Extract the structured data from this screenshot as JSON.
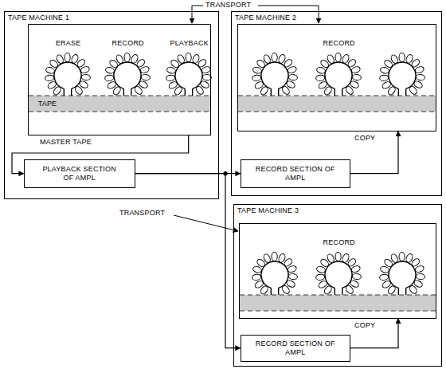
{
  "diagram": {
    "nodes": [
      {
        "text": [
          "TAPE MACHINE 1"
        ]
      },
      {
        "text": [
          "ERASE",
          "RECORD",
          "PLAYBACK",
          "TAPE"
        ],
        "in": 0
      },
      {
        "text": [
          "PLAYBACK SECTION OF AMPL"
        ],
        "in": 0
      },
      {
        "text": [
          "TAPE MACHINE 2"
        ]
      },
      {
        "text": [
          "RECORD"
        ],
        "in": 3
      },
      {
        "text": [
          "RECORD SECTION OF AMPL"
        ],
        "in": 3
      },
      {
        "text": [
          "TAPE MACHINE 3"
        ]
      },
      {
        "text": [
          "RECORD"
        ],
        "in": 6
      },
      {
        "text": [
          "RECORD SECTION OF AMPL"
        ],
        "in": 6
      }
    ],
    "edges": [
      {
        "from": 1,
        "to": 2,
        "arrow": "to"
      },
      {
        "from": 2,
        "to": 5,
        "arrow": "to"
      },
      {
        "from": 5,
        "to": 4,
        "arrow": "to"
      },
      {
        "from": 2,
        "to": 8,
        "arrow": "to"
      },
      {
        "from": 8,
        "to": 7,
        "arrow": "to"
      }
    ],
    "labels": [
      "TRANSPORT",
      "MASTER TAPE",
      "COPY",
      "TRANSPORT",
      "COPY"
    ]
  }
}
